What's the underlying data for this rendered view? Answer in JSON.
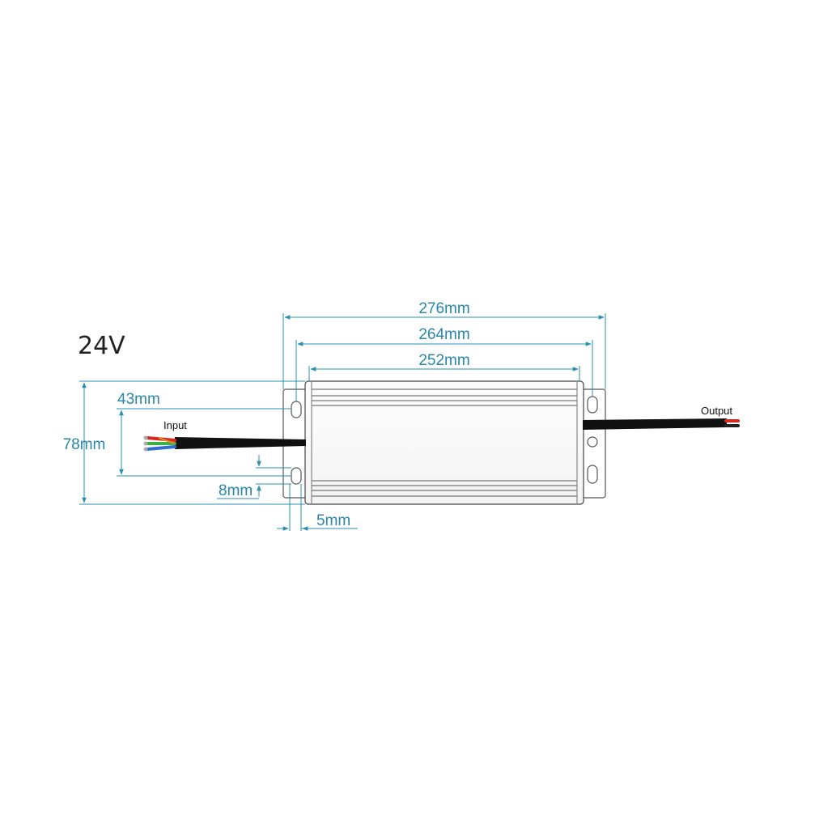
{
  "diagram": {
    "voltage_label": "24V",
    "dimensions": {
      "overall_length": "276mm",
      "mount_hole_spacing": "264mm",
      "body_length": "252mm",
      "overall_width": "78mm",
      "hole_pitch_width": "43mm",
      "hole_slot": "8mm",
      "hole_edge_offset": "5mm"
    },
    "wire_labels": {
      "input": "Input",
      "output": "Output"
    },
    "colors": {
      "dimension_line": "#2a8fb0",
      "dimension_text": "#2a86ad",
      "outline": "#555555",
      "cable": "#111111",
      "wire_red": "#d42a1e",
      "wire_green": "#3cb043",
      "wire_blue": "#2d6fd0"
    }
  }
}
